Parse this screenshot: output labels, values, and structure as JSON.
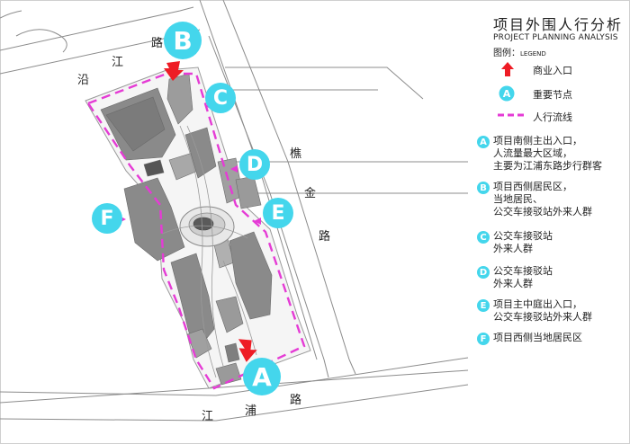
{
  "legend": {
    "title": "项目外围人行分析",
    "subtitle": "PROJECT PLANNING ANALYSIS",
    "legend_cn": "图例：",
    "legend_en": "LEGEND",
    "items": [
      {
        "label": "商业入口",
        "icon": "red-arrow-icon"
      },
      {
        "label": "重要节点",
        "icon": "node-circle-icon"
      },
      {
        "label": "人行流线",
        "icon": "dashed-line-icon"
      }
    ],
    "colors": {
      "node": "#44d6ec",
      "entrance": "#ee1c25",
      "flow": "#e53bd5"
    }
  },
  "descriptions": [
    {
      "letter": "A",
      "text": "项目南侧主出入口，\n人流量最大区域，\n主要为江浦东路步行群客"
    },
    {
      "letter": "B",
      "text": "项目西侧居民区，\n当地居民、\n公交车接驳站外来人群"
    },
    {
      "letter": "C",
      "text": "公交车接驳站\n外来人群"
    },
    {
      "letter": "D",
      "text": "公交车接驳站\n外来人群"
    },
    {
      "letter": "E",
      "text": "项目主中庭出入口，\n公交车接驳站外来人群"
    },
    {
      "letter": "F",
      "text": "项目西侧当地居民区"
    }
  ],
  "roads": {
    "north_1": "沿",
    "north_2": "江",
    "north_3": "路",
    "east_1": "樵",
    "east_2": "金",
    "east_3": "路",
    "south_1": "江",
    "south_2": "浦",
    "south_3": "路"
  },
  "markers": [
    "A",
    "B",
    "C",
    "D",
    "E",
    "F"
  ]
}
